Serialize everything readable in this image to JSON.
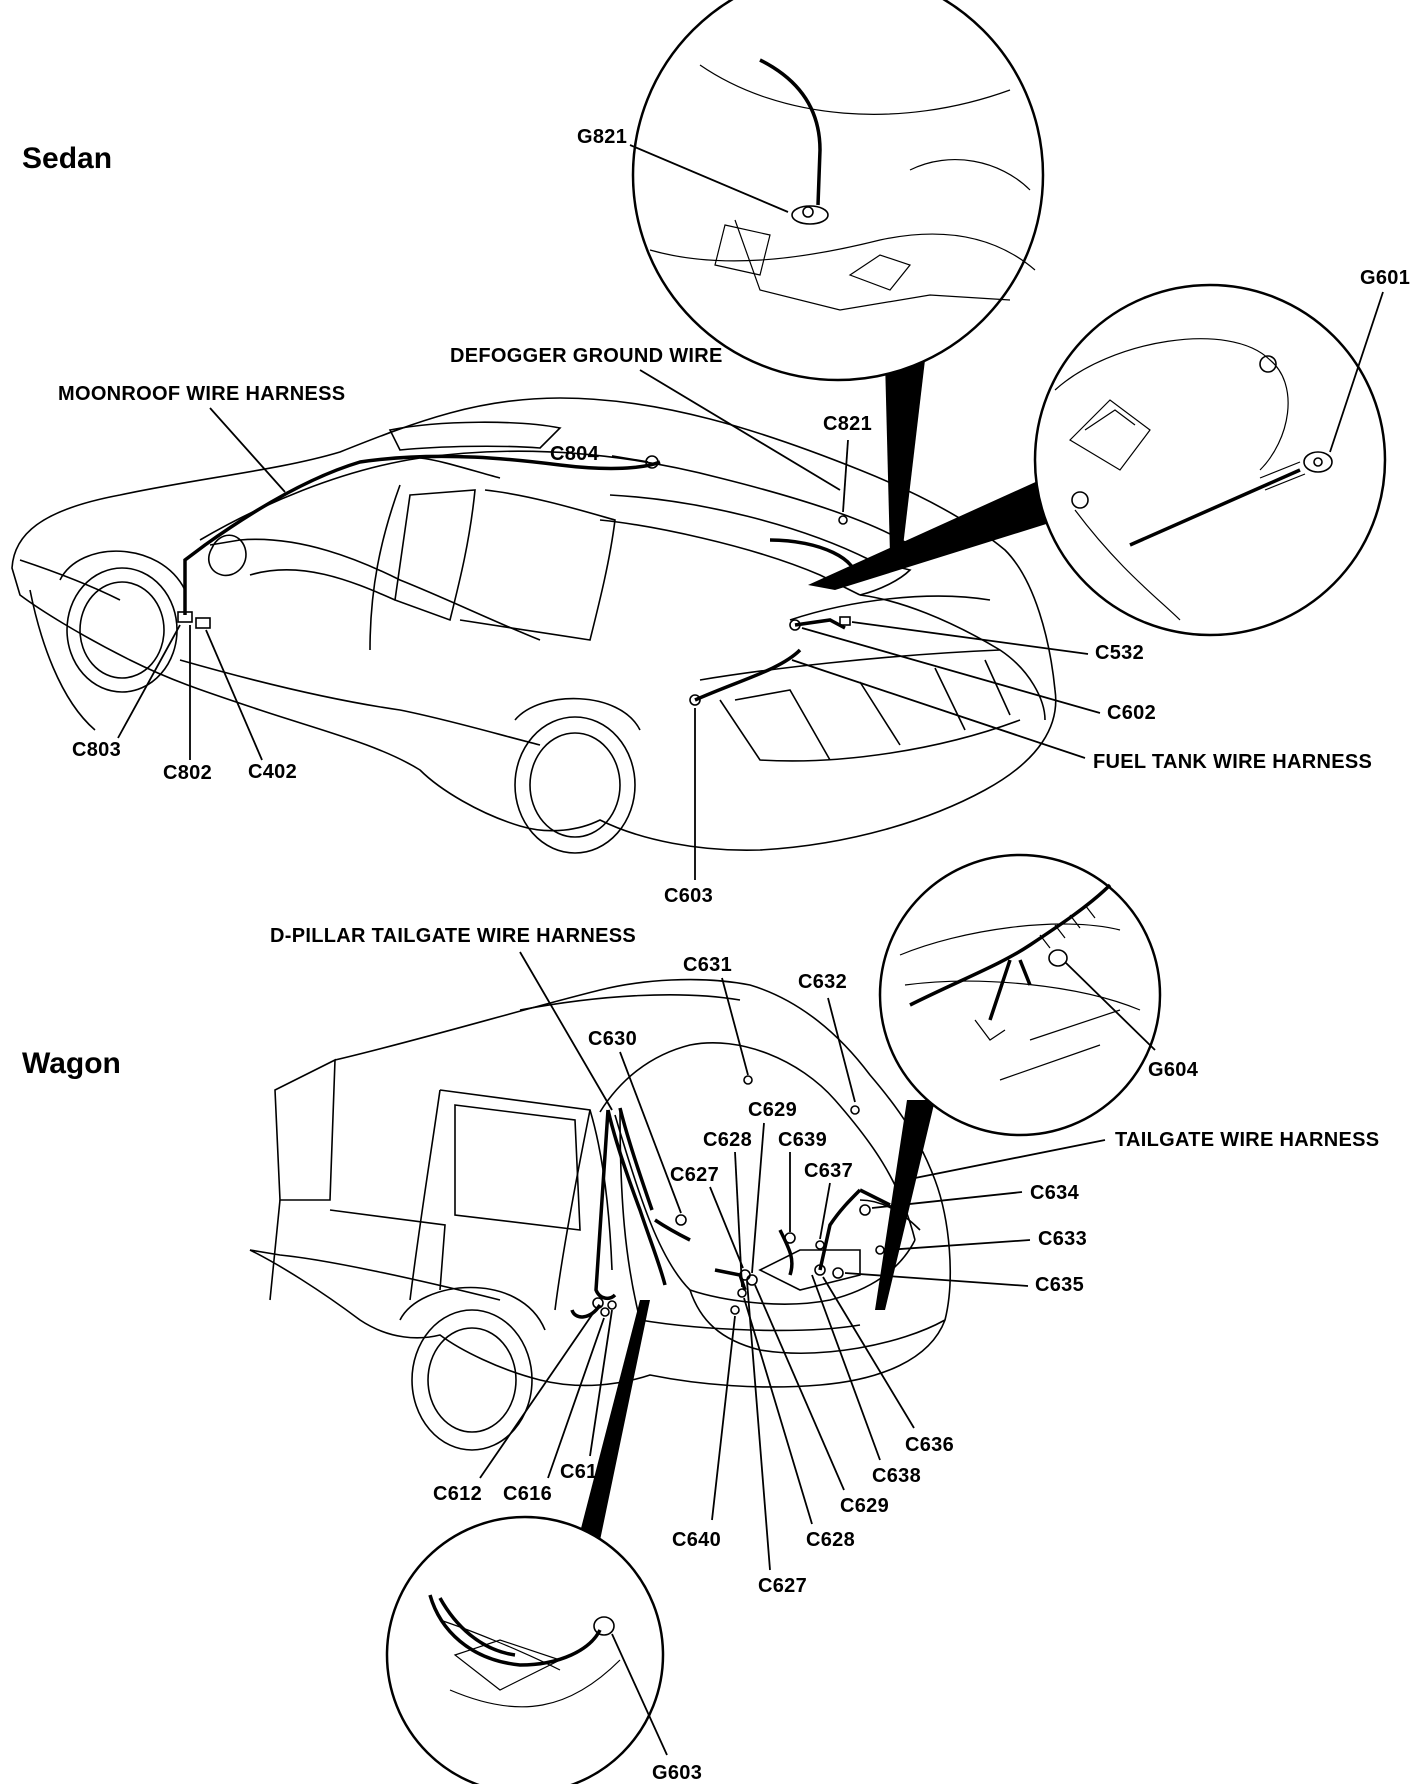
{
  "sections": {
    "sedan": "Sedan",
    "wagon": "Wagon"
  },
  "harness_labels": {
    "moonroof": "MOONROOF WIRE HARNESS",
    "defogger": "DEFOGGER GROUND WIRE",
    "fuel_tank": "FUEL TANK WIRE HARNESS",
    "d_pillar": "D-PILLAR TAILGATE WIRE HARNESS",
    "tailgate": "TAILGATE WIRE HARNESS"
  },
  "sedan_connectors": {
    "g821": "G821",
    "g601": "G601",
    "c804": "C804",
    "c821": "C821",
    "c532": "C532",
    "c602": "C602",
    "c803": "C803",
    "c802": "C802",
    "c402": "C402",
    "c603": "C603"
  },
  "wagon_connectors": {
    "c631": "C631",
    "c632": "C632",
    "c630": "C630",
    "c629_top": "C629",
    "c628_top": "C628",
    "c639": "C639",
    "c627_top": "C627",
    "c637": "C637",
    "c634": "C634",
    "c633": "C633",
    "c635": "C635",
    "g604": "G604",
    "c636": "C636",
    "c638": "C638",
    "c629_bot": "C629",
    "c628_bot": "C628",
    "c627_bot": "C627",
    "c640": "C640",
    "c617": "C617",
    "c616": "C616",
    "c612": "C612",
    "g603": "G603"
  }
}
